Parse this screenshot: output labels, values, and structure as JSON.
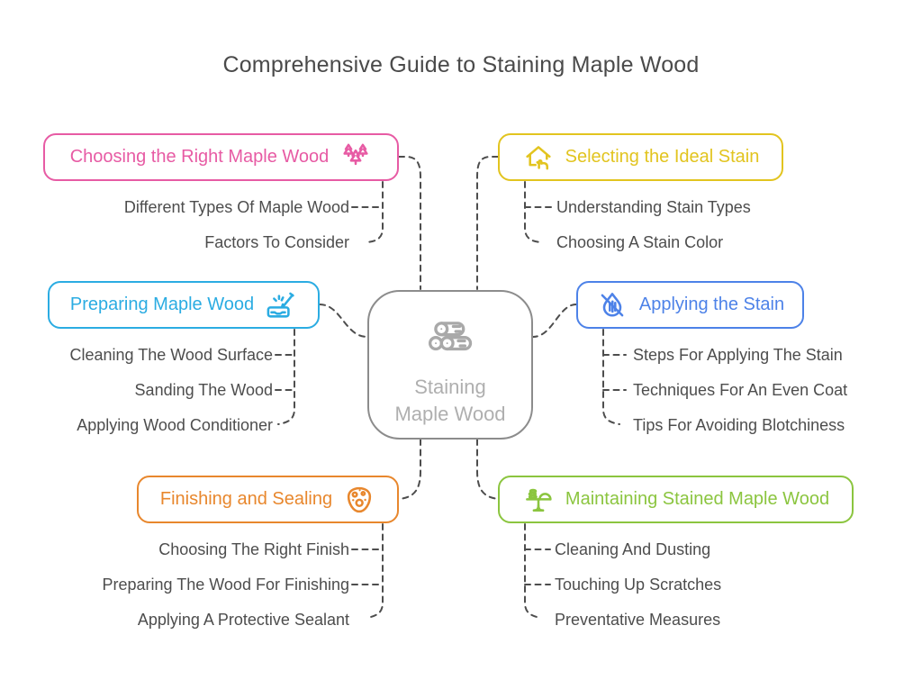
{
  "title": "Comprehensive Guide to Staining Maple Wood",
  "center": {
    "label_line1": "Staining",
    "label_line2": "Maple Wood",
    "icon": "wood-logs-icon"
  },
  "branches": [
    {
      "label": "Choosing the Right Maple Wood",
      "position": "top-left",
      "color": "#E75BA4",
      "icon": "pine-trees-icon",
      "children": [
        "Different Types Of Maple Wood",
        "Factors To Consider"
      ]
    },
    {
      "label": "Selecting the Ideal Stain",
      "position": "top-right",
      "color": "#E2C41F",
      "icon": "house-select-icon",
      "children": [
        "Understanding Stain Types",
        "Choosing A Stain Color"
      ]
    },
    {
      "label": "Preparing Maple Wood",
      "position": "middle-left",
      "color": "#2BACE2",
      "icon": "wood-carving-icon",
      "children": [
        "Cleaning The Wood Surface",
        "Sanding The Wood",
        "Applying Wood Conditioner"
      ]
    },
    {
      "label": "Applying the Stain",
      "position": "middle-right",
      "color": "#4D82E8",
      "icon": "droplet-off-icon",
      "children": [
        "Steps For Applying The Stain",
        "Techniques For An Even Coat",
        "Tips For Avoiding Blotchiness"
      ]
    },
    {
      "label": "Finishing and Sealing",
      "position": "bottom-left",
      "color": "#E8872D",
      "icon": "palette-icon",
      "children": [
        "Choosing The Right Finish",
        "Preparing The Wood For Finishing",
        "Applying A Protective Sealant"
      ]
    },
    {
      "label": "Maintaining Stained Maple Wood",
      "position": "bottom-right",
      "color": "#8BC53F",
      "icon": "display-stand-icon",
      "children": [
        "Cleaning And Dusting",
        "Touching Up Scratches",
        "Preventative Measures"
      ]
    }
  ],
  "colors": {
    "title_text": "#4A4A4A",
    "body_text": "#4D4D4D",
    "connector": "#4D4D4D",
    "center_border": "#8C8C8C",
    "center_text": "#AFAFAF",
    "center_icon": "#A9A9A9",
    "background": "#FFFFFF"
  }
}
